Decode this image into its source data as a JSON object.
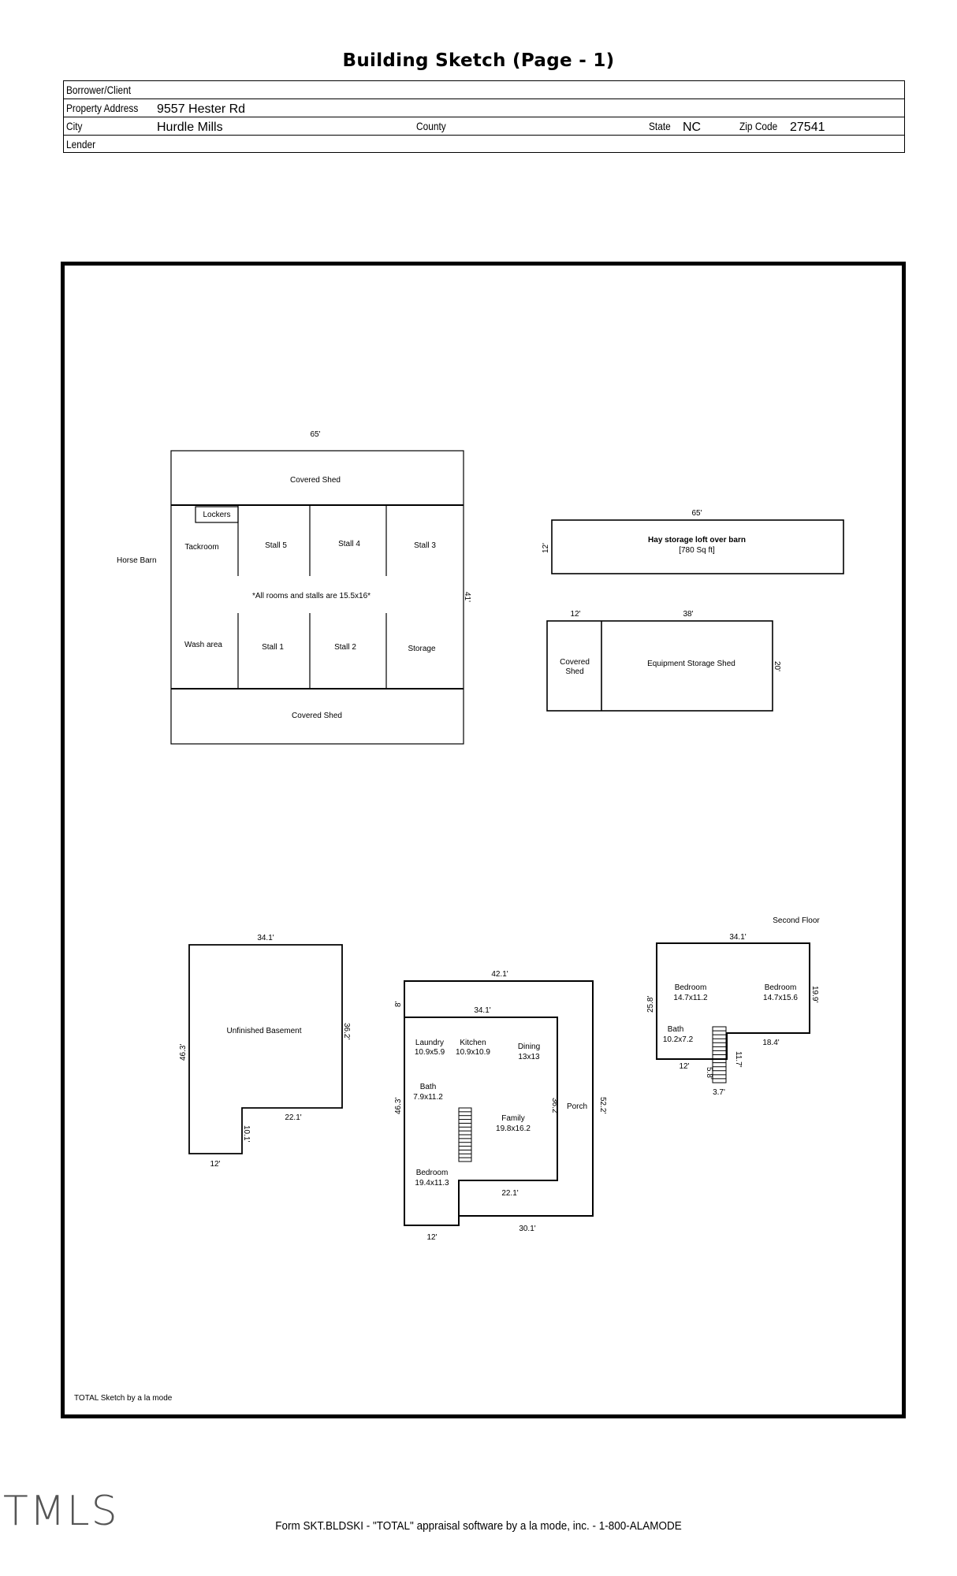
{
  "title": "Building Sketch (Page - 1)",
  "header": {
    "borrower_label": "Borrower/Client",
    "borrower_value": "",
    "address_label": "Property Address",
    "address_value": "9557 Hester Rd",
    "city_label": "City",
    "city_value": "Hurdle Mills",
    "county_label": "County",
    "county_value": "",
    "state_label": "State",
    "state_value": "NC",
    "zip_label": "Zip Code",
    "zip_value": "27541",
    "lender_label": "Lender",
    "lender_value": ""
  },
  "sketch": {
    "barn": {
      "name": "Horse Barn",
      "width": "65'",
      "depth": "41'",
      "covered_shed_top": "Covered Shed",
      "covered_shed_bottom": "Covered Shed",
      "lockers": "Lockers",
      "tackroom": "Tackroom",
      "stall5": "Stall 5",
      "stall4": "Stall 4",
      "stall3": "Stall 3",
      "note": "*All rooms and stalls are 15.5x16*",
      "wash": "Wash area",
      "stall1": "Stall 1",
      "stall2": "Stall 2",
      "storage": "Storage"
    },
    "hay": {
      "width": "65'",
      "depth": "12'",
      "title": "Hay storage loft over barn",
      "area": "[780 Sq ft]"
    },
    "equip": {
      "shed_width": "12'",
      "width": "38'",
      "depth": "20'",
      "covered_shed": "Covered Shed",
      "label": "Equipment Storage Shed"
    },
    "basement": {
      "top": "34.1'",
      "right": "36.2'",
      "left": "46.3'",
      "label": "Unfinished Basement",
      "step_h": "22.1'",
      "step_v": "10.1'",
      "bottom": "12'"
    },
    "main": {
      "porch_top": "42.1'",
      "porch_left": "8'",
      "top": "34.1'",
      "laundry": "Laundry",
      "laundry_dim": "10.9x5.9",
      "kitchen": "Kitchen",
      "kitchen_dim": "10.9x10.9",
      "dining": "Dining",
      "dining_dim": "13x13",
      "bath": "Bath",
      "bath_dim": "7.9x11.2",
      "family": "Family",
      "family_dim": "19.8x16.2",
      "bedroom": "Bedroom",
      "bedroom_dim": "19.4x11.3",
      "inner_right": "36.2'",
      "porch": "Porch",
      "porch_right": "52.2'",
      "left": "46.3'",
      "step": "22.1'",
      "porch_bottom": "30.1'",
      "bottom": "12'"
    },
    "second": {
      "label": "Second Floor",
      "top": "34.1'",
      "bed1": "Bedroom",
      "bed1_dim": "14.7x11.2",
      "bed2": "Bedroom",
      "bed2_dim": "14.7x15.6",
      "right": "19.9'",
      "left": "25.8'",
      "bath": "Bath",
      "bath_dim": "10.2x7.2",
      "step": "18.4'",
      "stair_h": "11.7'",
      "bottom": "12'",
      "small": "5.8'",
      "stair_w": "3.7'"
    },
    "credit": "TOTAL Sketch by a la mode"
  },
  "watermark": "TMLS",
  "footer": "Form SKT.BLDSKI - \"TOTAL\" appraisal software by a la mode, inc. - 1-800-ALAMODE"
}
